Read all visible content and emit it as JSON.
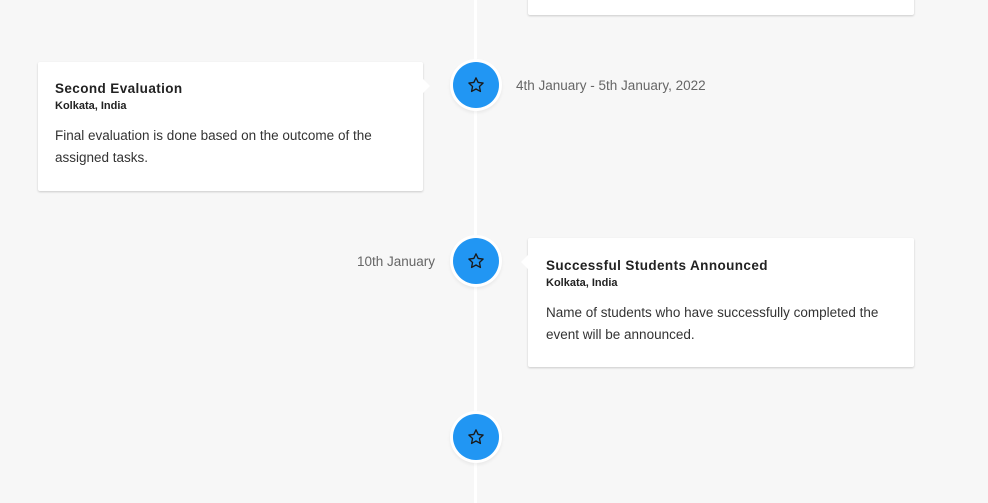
{
  "timeline": {
    "events": [
      {
        "title": "Second Evaluation",
        "location": "Kolkata, India",
        "description": "Final evaluation is done based on the outcome of the assigned tasks.",
        "date": "4th January - 5th January, 2022",
        "icon": "star-icon"
      },
      {
        "title": "Successful Students Announced",
        "location": "Kolkata, India",
        "description": "Name of students who have successfully completed the event will be announced.",
        "date": "10th January",
        "icon": "star-icon"
      },
      {
        "icon": "star-icon"
      }
    ]
  },
  "colors": {
    "marker": "#2196f3",
    "background": "#f7f7f7",
    "card": "#ffffff"
  }
}
